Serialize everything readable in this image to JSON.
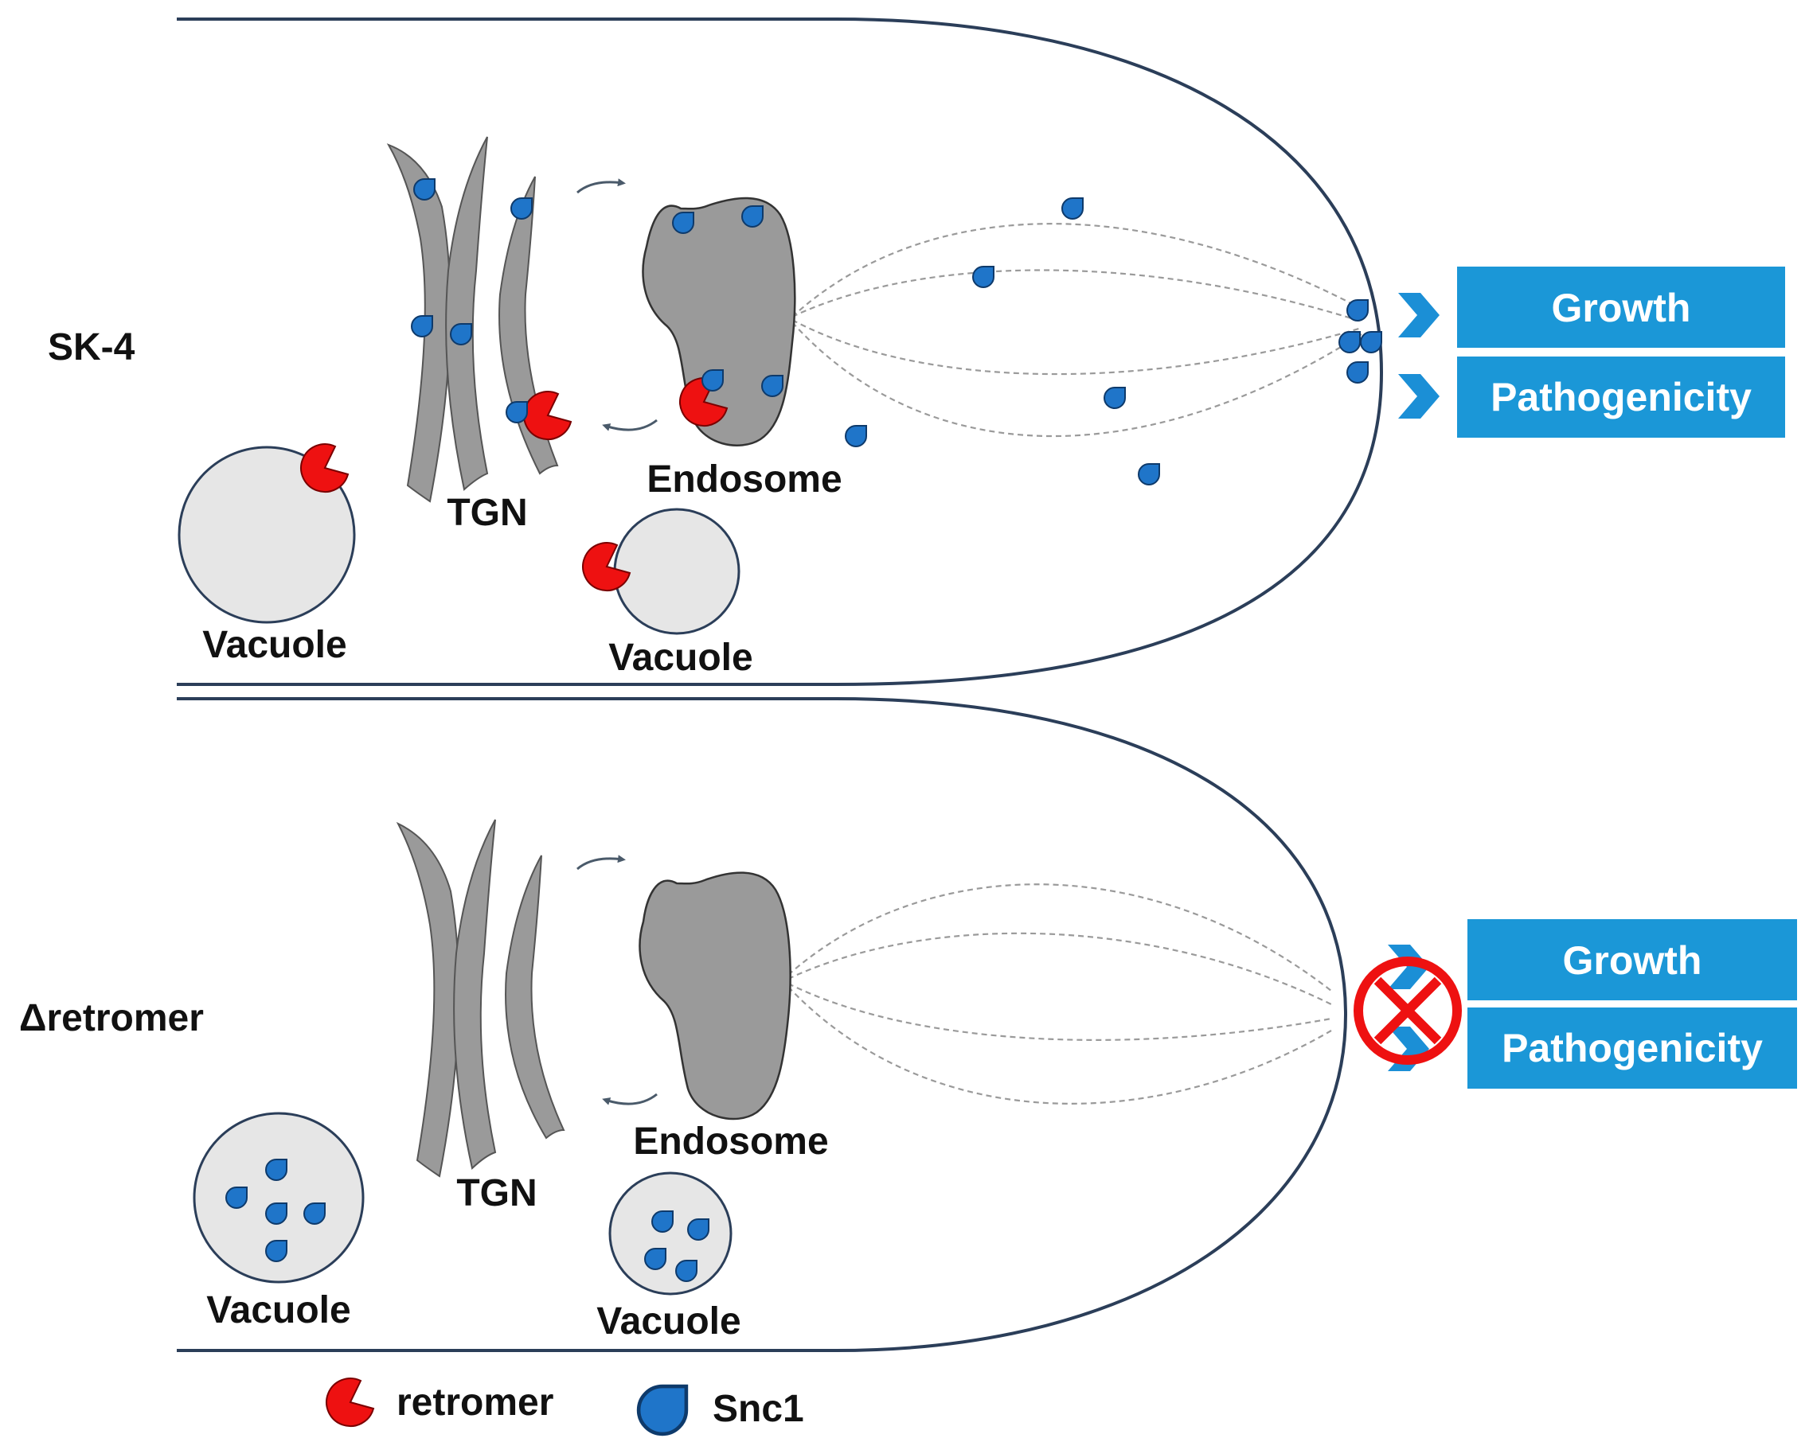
{
  "colors": {
    "cell_outline": "#2b3e59",
    "organelle_gray": "#9a9a9a",
    "vacuole_fill": "#e6e6e6",
    "snc1_blue": "#1f75c9",
    "retromer_red": "#ee1111",
    "outcome_box_blue": "#1b97d7",
    "chevron_blue": "#1b8fd6",
    "block_symbol_red": "#ee1111"
  },
  "panels": [
    {
      "strain_label": "SK-4",
      "tgn_label": "TGN",
      "endosome_label": "Endosome",
      "vacuole_labels": [
        "Vacuole",
        "Vacuole"
      ],
      "outcomes": [
        "Growth",
        "Pathogenicity"
      ],
      "outcomes_blocked": false
    },
    {
      "strain_label": "Δretromer",
      "tgn_label": "TGN",
      "endosome_label": "Endosome",
      "vacuole_labels": [
        "Vacuole",
        "Vacuole"
      ],
      "outcomes": [
        "Growth",
        "Pathogenicity"
      ],
      "outcomes_blocked": true
    }
  ],
  "legend": {
    "items": [
      {
        "icon": "retromer-icon",
        "label": "retromer"
      },
      {
        "icon": "snc1-icon",
        "label": "Snc1"
      }
    ]
  }
}
